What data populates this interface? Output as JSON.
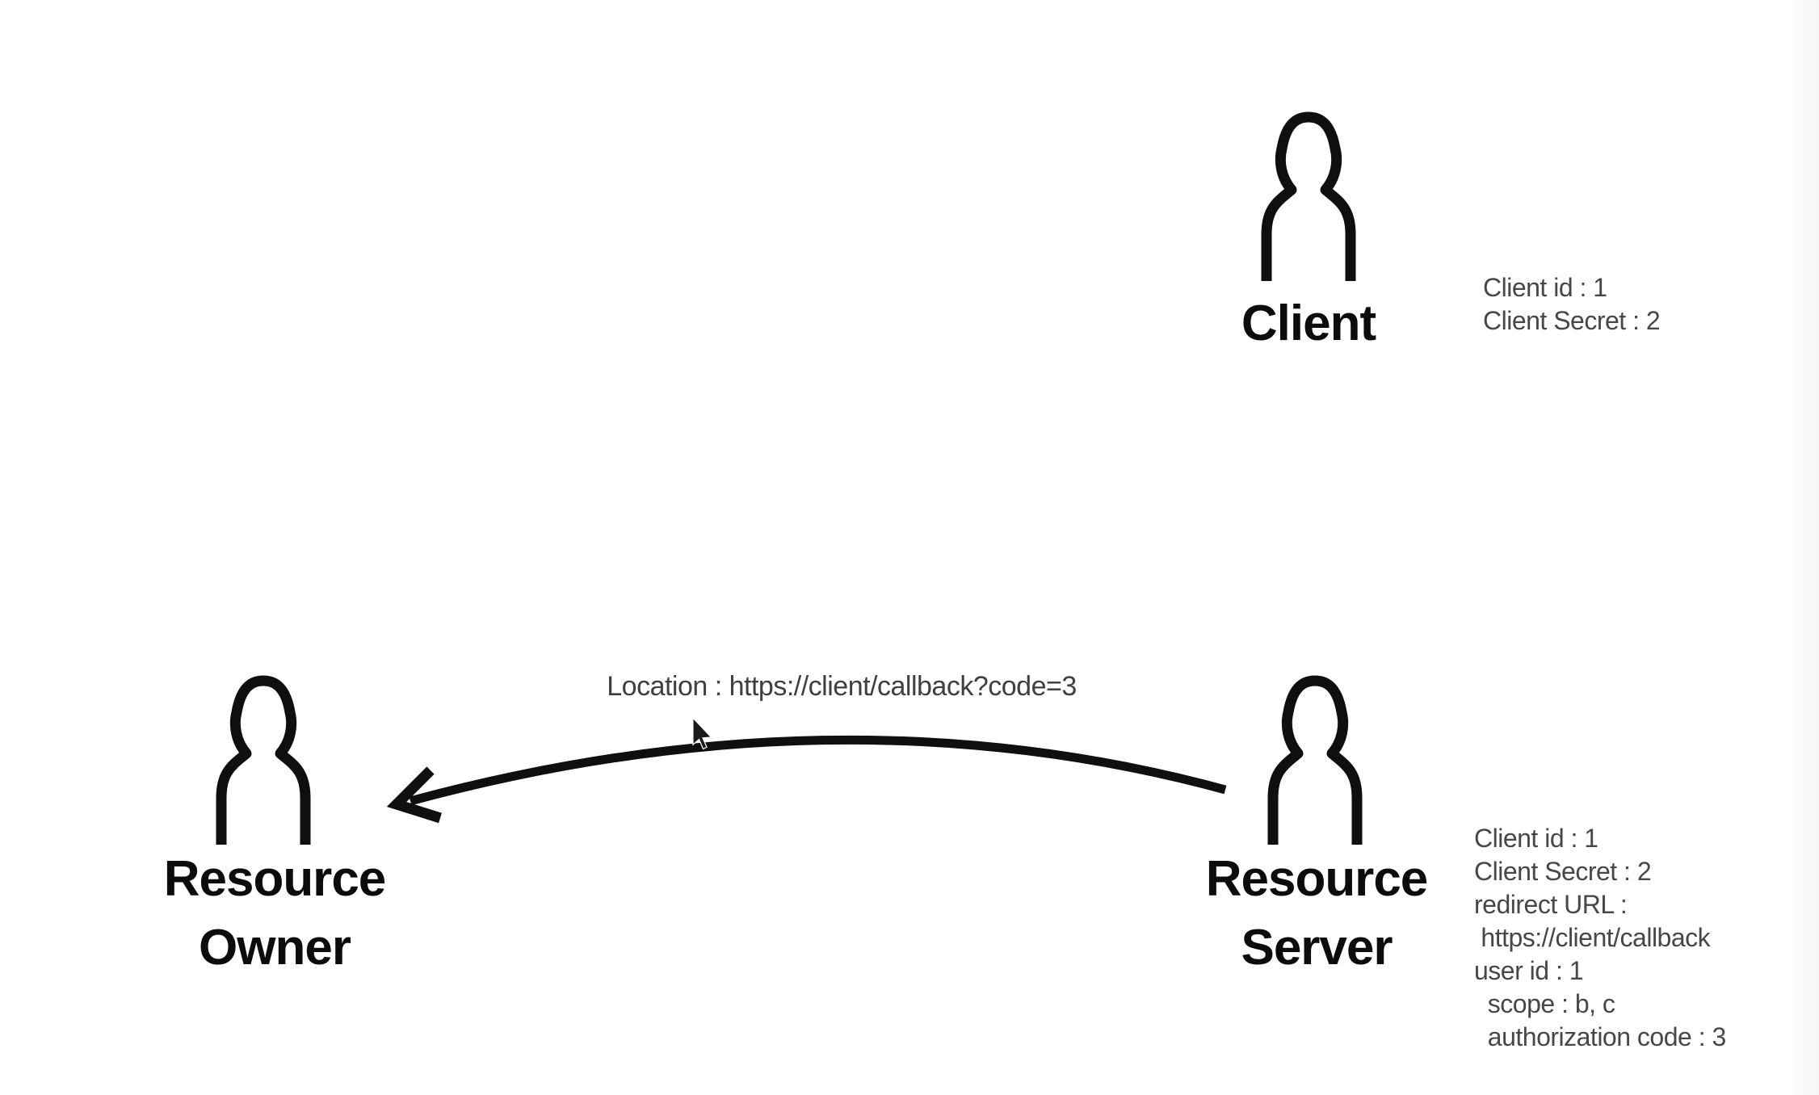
{
  "colors": {
    "background": "#ffffff",
    "ink": "#0f0f0f",
    "label_black": "#0c0c0c",
    "annotation_gray": "#474747",
    "arrow_label_gray": "#3f3f3f"
  },
  "actors": {
    "client": {
      "label": "Client",
      "annotation_lines": [
        "Client id : 1",
        "Client Secret : 2"
      ]
    },
    "resource_owner": {
      "label_lines": [
        "Resource",
        "Owner"
      ]
    },
    "resource_server": {
      "label_lines": [
        "Resource",
        "Server"
      ],
      "annotation_lines": [
        "Client id : 1",
        "Client Secret : 2",
        "redirect URL :",
        " https://client/callback",
        "user id : 1",
        "  scope : b, c",
        "  authorization code : 3"
      ]
    }
  },
  "arrow": {
    "label": "Location : https://client/callback?code=3",
    "from": "resource-server",
    "to": "resource-owner"
  },
  "cursor": {
    "type": "pointer"
  }
}
